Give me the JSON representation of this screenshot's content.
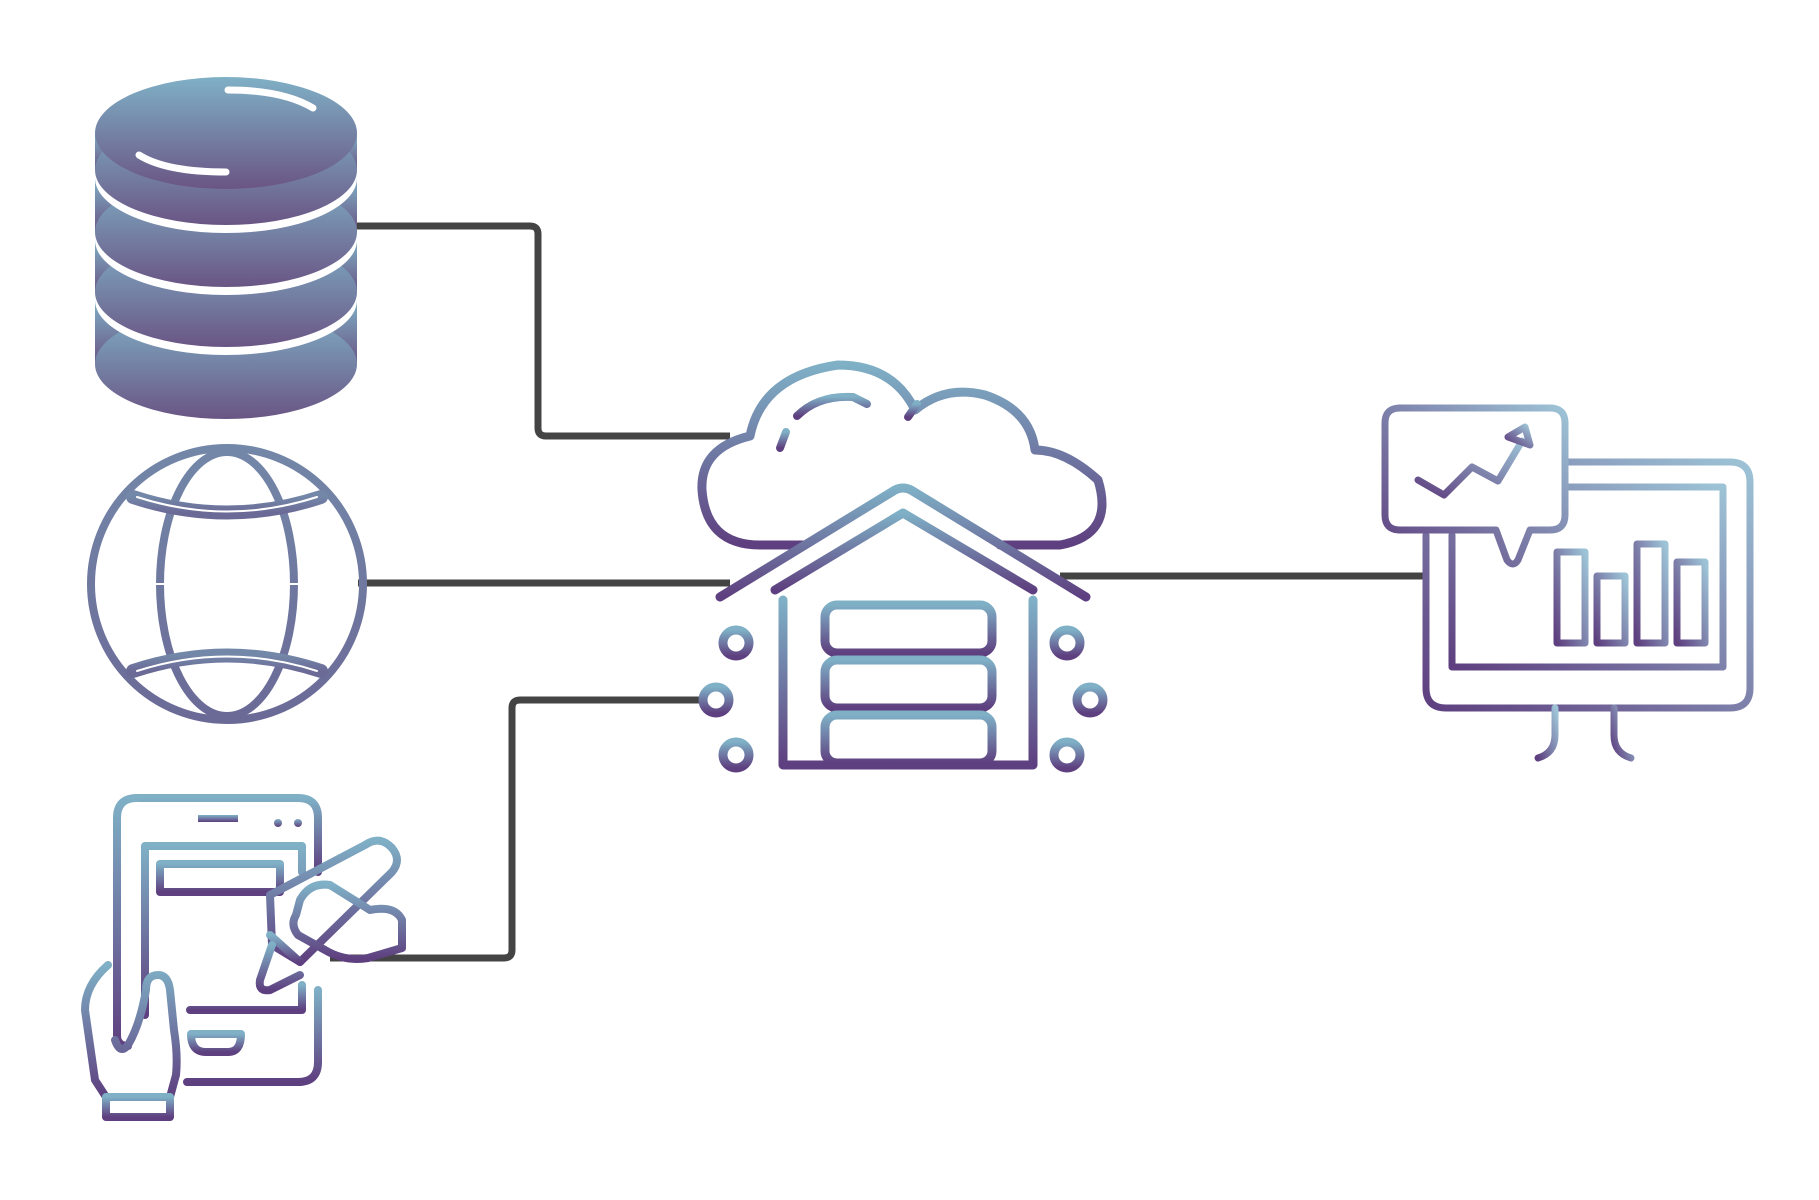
{
  "diagram": {
    "nodes": [
      {
        "id": "database",
        "icon": "database-icon"
      },
      {
        "id": "web",
        "icon": "globe-icon"
      },
      {
        "id": "manual-input",
        "icon": "tablet-form-icon"
      },
      {
        "id": "cloud-warehouse",
        "icon": "cloud-data-warehouse-icon"
      },
      {
        "id": "analytics",
        "icon": "analytics-dashboard-icon"
      }
    ],
    "edges": [
      {
        "from": "database",
        "to": "cloud-warehouse"
      },
      {
        "from": "web",
        "to": "cloud-warehouse"
      },
      {
        "from": "manual-input",
        "to": "cloud-warehouse"
      },
      {
        "from": "cloud-warehouse",
        "to": "analytics"
      }
    ]
  },
  "colors": {
    "gradient_top": "#7fb0c6",
    "gradient_bottom": "#5e3f7f",
    "connector": "#444444",
    "background": "#ffffff"
  }
}
